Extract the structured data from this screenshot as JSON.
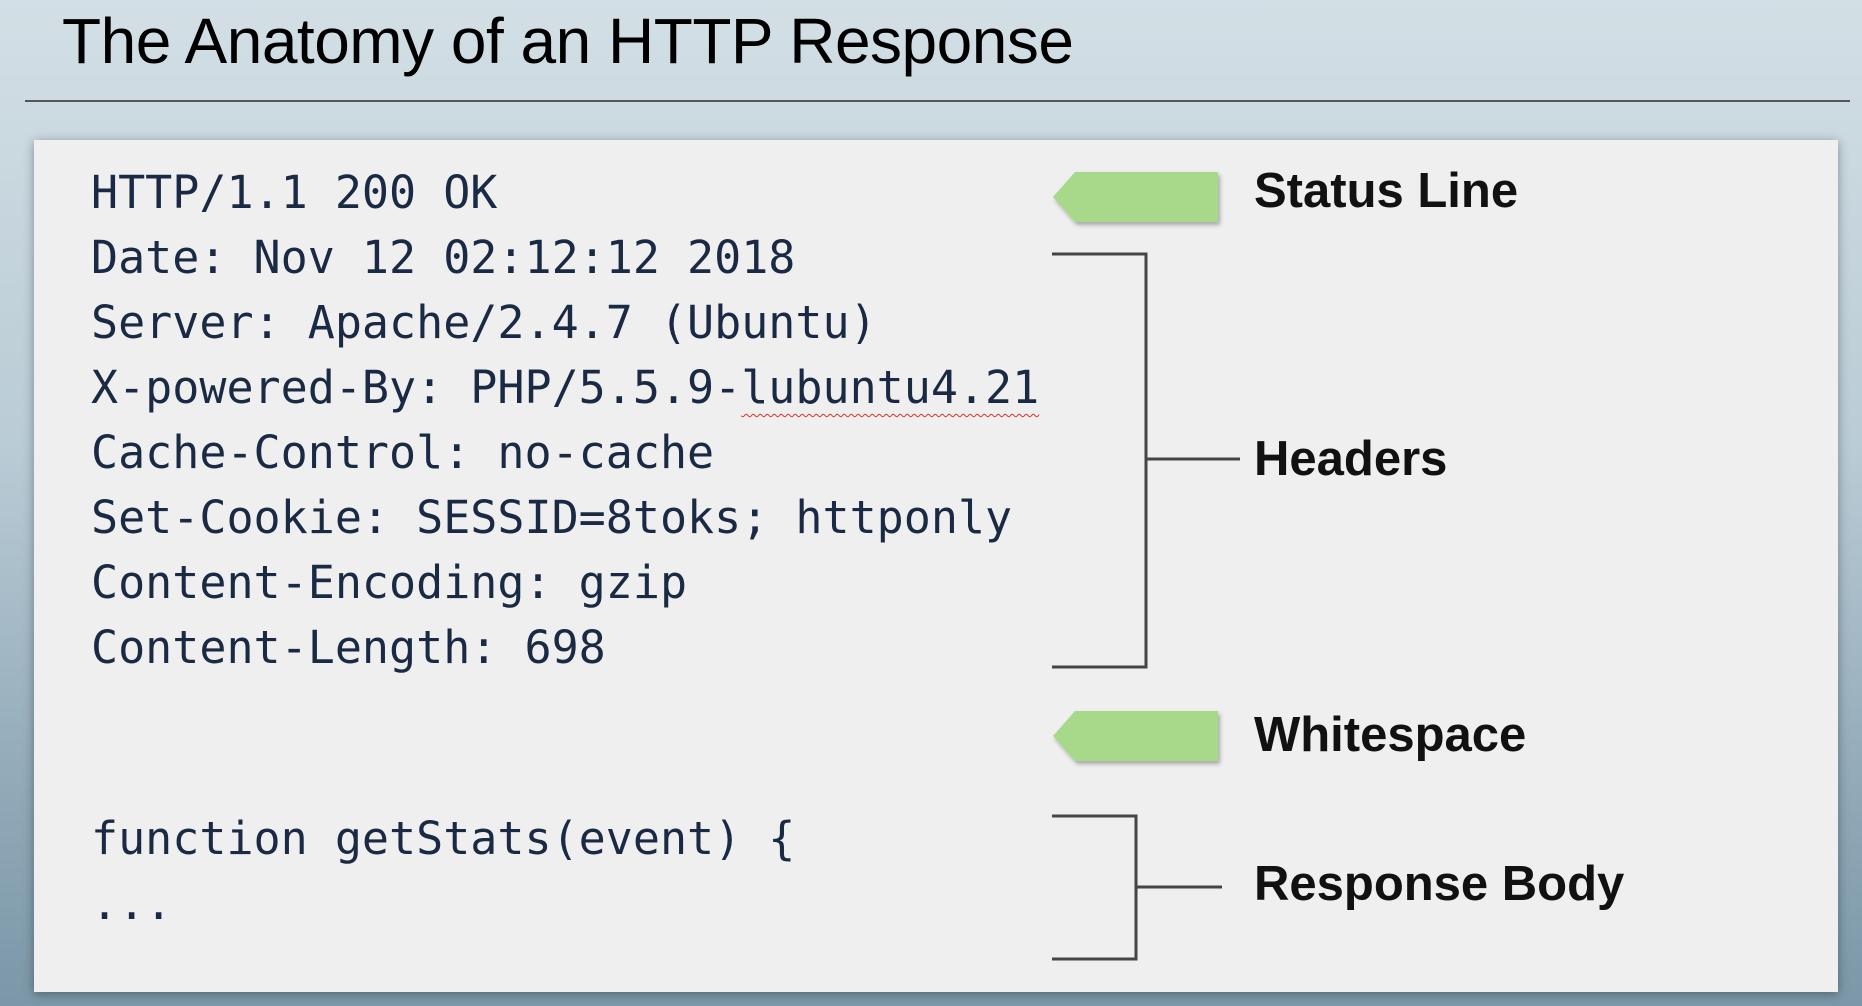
{
  "slide": {
    "title": "The Anatomy of an HTTP Response"
  },
  "response": {
    "status_line": "HTTP/1.1 200 OK",
    "headers": [
      "Date: Nov 12 02:12:12 2018",
      "Server: Apache/2.4.7 (Ubuntu)",
      {
        "prefix": "X-powered-By: PHP/5.5.9-",
        "flagged": "lubuntu4.21"
      },
      "Cache-Control: no-cache",
      "Set-Cookie: SESSID=8toks; httponly",
      "Content-Encoding: gzip",
      "Content-Length: 698"
    ],
    "body_lines": [
      "function getStats(event) {",
      "..."
    ]
  },
  "annotations": {
    "status_line": "Status Line",
    "headers": "Headers",
    "whitespace": "Whitespace",
    "response_body": "Response Body"
  },
  "colors": {
    "arrow_fill": "#a8d88a",
    "code_text": "#1a2a44",
    "bracket_stroke": "#444444",
    "spellcheck_squiggle": "#d9302a"
  }
}
